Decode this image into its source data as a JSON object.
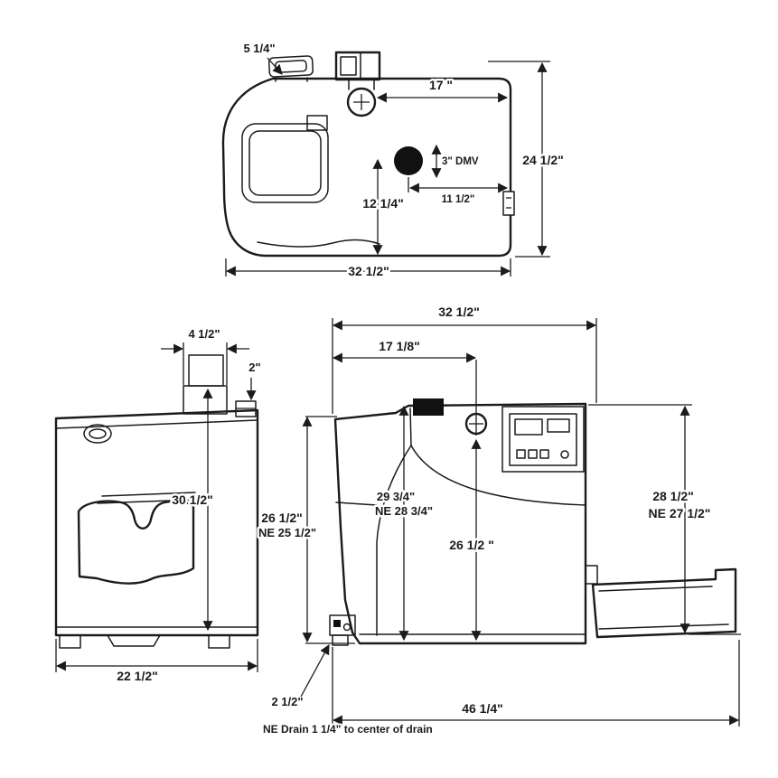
{
  "colors": {
    "ink": "#1b1b1b",
    "background": "#ffffff"
  },
  "top_view": {
    "d_5_1_4": "5 1/4\"",
    "d_17": "17 \"",
    "d_24_1_2": "24 1/2\"",
    "d_3_dmv": "3\" DMV",
    "d_11_1_2": "11 1/2\"",
    "d_12_1_4": "12 1/4\"",
    "d_32_1_2": "32 1/2\""
  },
  "front_view": {
    "d_4_1_2": "4 1/2\"",
    "d_2": "2\"",
    "d_30_1_2": "30 1/2\"",
    "d_22_1_2": "22 1/2\""
  },
  "side_view": {
    "d_32_1_2": "32 1/2\"",
    "d_17_1_8": "17 1/8\"",
    "d_26_1_2_left": "26 1/2\"",
    "d_ne_25_1_2": "NE 25 1/2\"",
    "d_29_3_4": "29 3/4\"",
    "d_ne_28_3_4": "NE 28 3/4\"",
    "d_26_1_2_center": "26 1/2 \"",
    "d_28_1_2": "28 1/2\"",
    "d_ne_27_1_2": "NE 27 1/2\"",
    "d_46_1_4": "46 1/4\"",
    "d_2_1_2": "2 1/2\"",
    "drain_note": "NE Drain 1 1/4\" to center of drain"
  }
}
